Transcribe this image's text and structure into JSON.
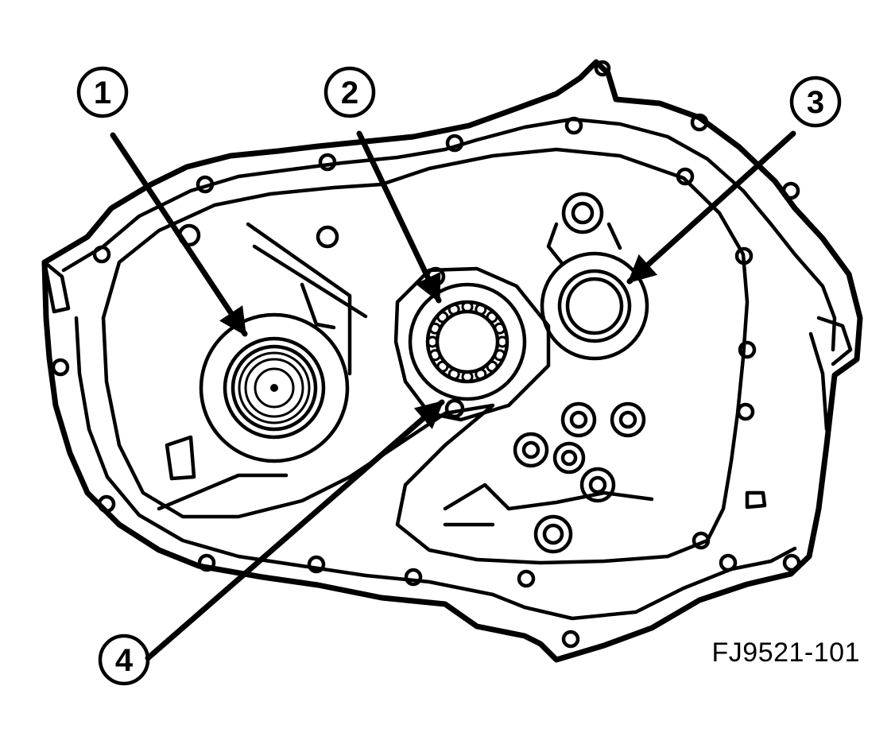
{
  "figure_id": "FJ9521-101",
  "callouts": [
    {
      "label": "1"
    },
    {
      "label": "2"
    },
    {
      "label": "3"
    },
    {
      "label": "4"
    }
  ],
  "line_color": "#000000",
  "background_color": "#ffffff"
}
